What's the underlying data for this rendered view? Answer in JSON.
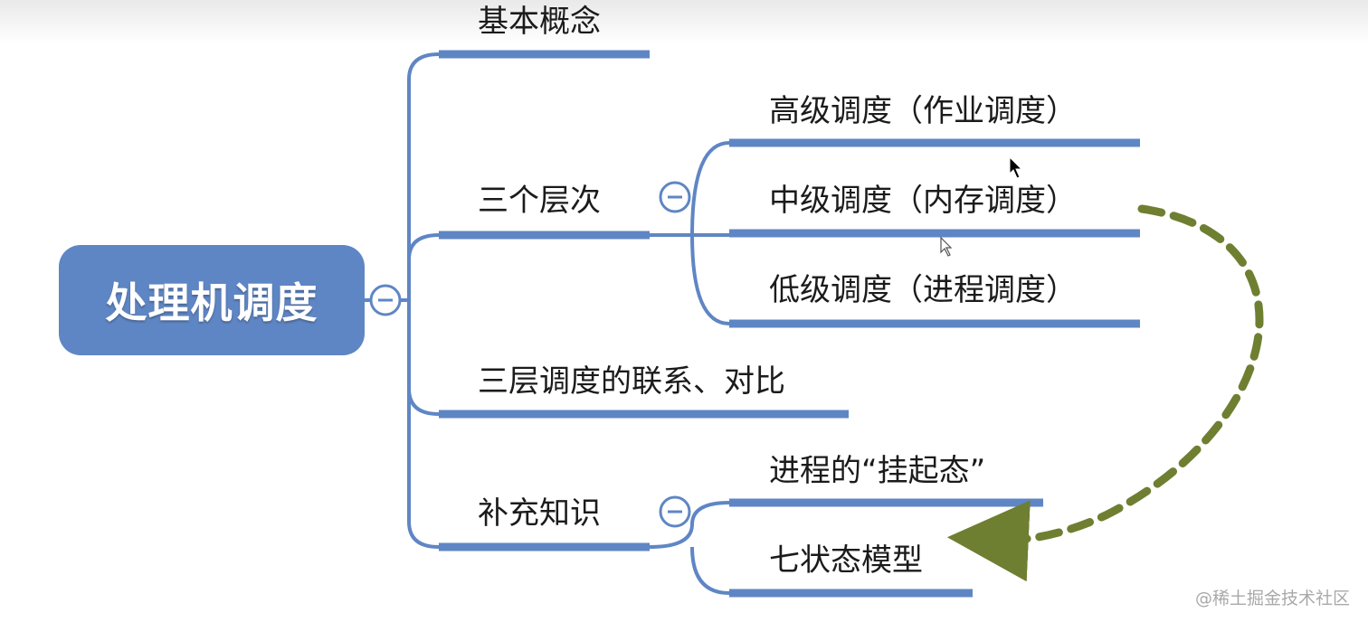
{
  "root": {
    "label": "处理机调度"
  },
  "branches": [
    {
      "label": "基本概念"
    },
    {
      "label": "三个层次",
      "children": [
        {
          "label": "高级调度（作业调度）"
        },
        {
          "label": "中级调度（内存调度）"
        },
        {
          "label": "低级调度（进程调度）"
        }
      ]
    },
    {
      "label": "三层调度的联系、对比"
    },
    {
      "label": "补充知识",
      "children": [
        {
          "label": "进程的“挂起态”"
        },
        {
          "label": "七状态模型"
        }
      ]
    }
  ],
  "annotation": {
    "arrow_color": "#6e7f31"
  },
  "watermark": "@稀土掘金技术社区",
  "colors": {
    "root_fill": "#5f86c4",
    "connector": "#5f86c4",
    "underline": "#5f86c4",
    "text": "#1b1b1b"
  }
}
